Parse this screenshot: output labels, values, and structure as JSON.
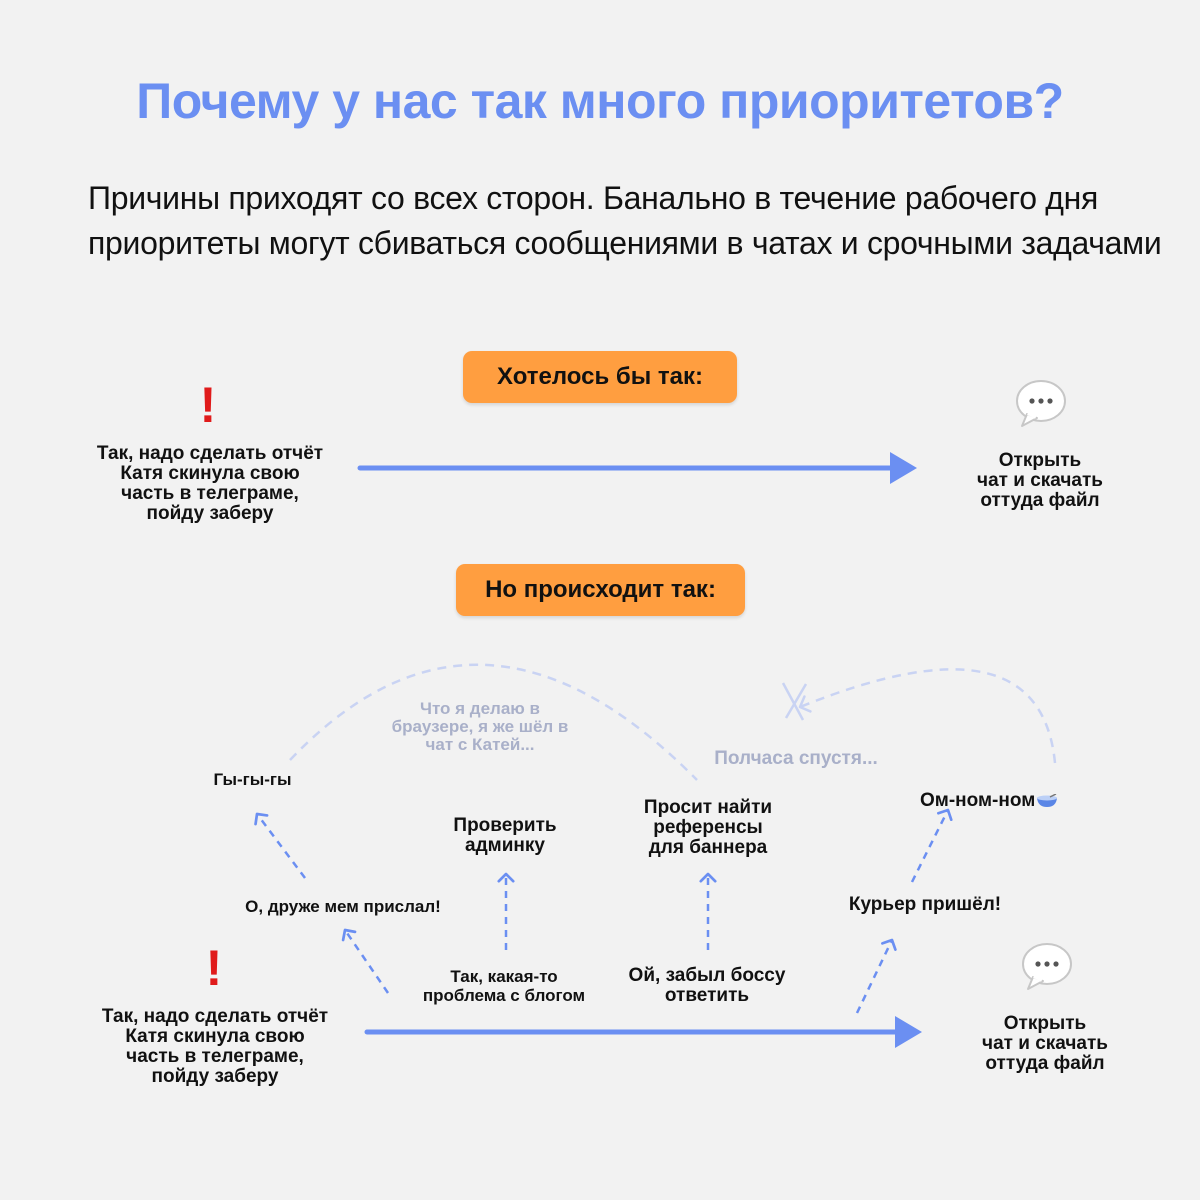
{
  "colors": {
    "background": "#f2f2f2",
    "title": "#6b8ff2",
    "accent_line": "#6b8ff2",
    "faded_line": "#c9d3f3",
    "pill_bg": "#ff9e40",
    "pill_text": "#111111",
    "exclaim": "#e01b1b",
    "faded_text": "#a9b0c9"
  },
  "title": "Почему у нас так много приоритетов?",
  "subtitle": "Причины приходят со всех сторон. Банально в течение рабочего дня приоритеты могут сбиваться сообщениями в чатах и срочными задачами",
  "ideal": {
    "label": "Хотелось бы так:",
    "start_icon": "exclamation-icon",
    "start_text": "Так, надо сделать отчёт\nКатя скинула свою\nчасть в телеграме,\nпойду заберу",
    "end_icon": "speech-bubble-icon",
    "end_text": "Открыть\nчат и скачать\nоттуда файл"
  },
  "reality": {
    "label": "Но происходит так:",
    "start_icon": "exclamation-icon",
    "start_text": "Так, надо сделать отчёт\nКатя скинула свою\nчасть в телеграме,\nпойду заберу",
    "end_icon": "speech-bubble-icon",
    "end_text": "Открыть\nчат и скачать\nоттуда файл",
    "nodes": {
      "meme": "О, друже мем прислал!",
      "laugh": "Гы-гы-гы",
      "blog_problem": "Так, какая-то\nпроблема с блогом",
      "check_admin": "Проверить\nадминку",
      "boss": "Ой, забыл боссу\nответить",
      "references": "Просит найти\nреференсы\nдля баннера",
      "courier": "Курьер пришёл!",
      "eating": "Ом-ном-ном",
      "browser_thought": "Что я делаю в\nбраузере, я же шёл в\nчат с Катей...",
      "half_hour": "Полчаса спустя..."
    },
    "eating_icon": "bowl-icon"
  }
}
